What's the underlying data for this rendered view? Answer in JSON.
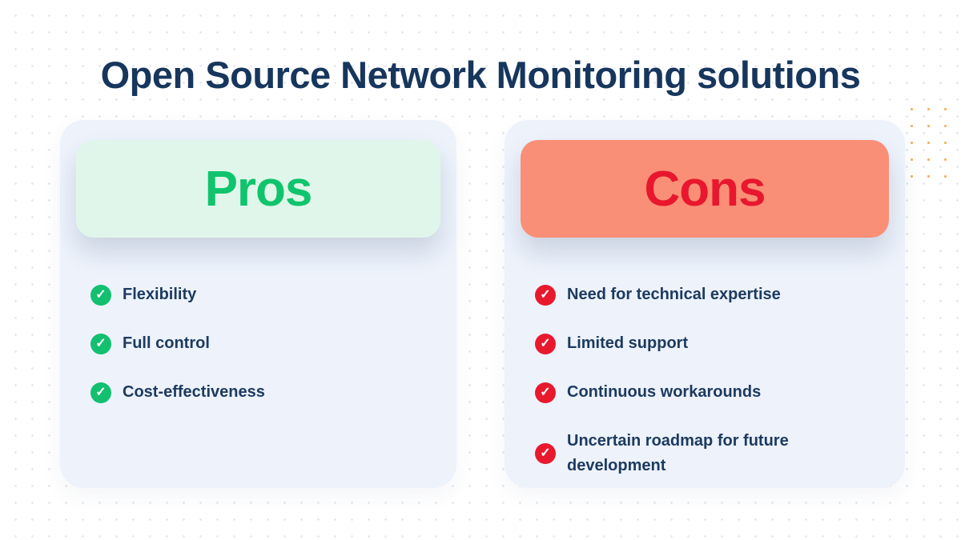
{
  "title": "Open Source Network Monitoring solutions",
  "pros": {
    "label": "Pros",
    "items": [
      "Flexibility",
      "Full control",
      "Cost-effectiveness"
    ],
    "accent_color": "#0fc46d",
    "header_bg": "#e1f6ea",
    "icon": "check-circle",
    "icon_color": "#12c06f"
  },
  "cons": {
    "label": "Cons",
    "items": [
      "Need for technical expertise",
      "Limited support",
      "Continuous workarounds",
      "Uncertain roadmap for future development"
    ],
    "accent_color": "#e8172d",
    "header_bg": "#f98f76",
    "icon": "check-circle",
    "icon_color": "#e8192d"
  },
  "colors": {
    "title_text": "#17365d",
    "card_bg": "#edf2fb",
    "item_text": "#1c3a5f",
    "background": "#ffffff",
    "dot_grid": "#e4e8ef",
    "accent_dots": "#f0a445"
  }
}
